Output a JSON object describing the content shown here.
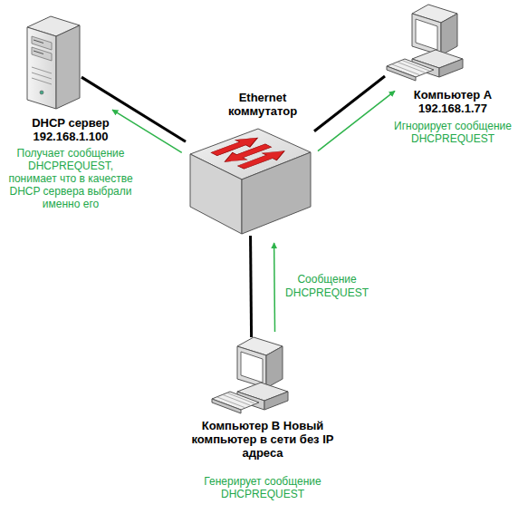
{
  "diagram": {
    "nodes": [
      {
        "text": [
          "DHCP сервер 192.168.1.100",
          "Получает сообщение DHCPREQUEST, понимает что в качестве DHCP сервера выбрали именно его"
        ]
      },
      {
        "text": [
          "Ethernet коммутатор"
        ]
      },
      {
        "text": [
          "Компьютер А 192.168.1.77",
          "Игнорирует сообщение DHCPREQUEST"
        ]
      },
      {
        "text": [
          "Компьютер В Новый компьютер в сети без IP адреса",
          "Генерирует сообщение DHCPREQUEST"
        ]
      }
    ],
    "edges": [
      {
        "from": 1,
        "to": 0,
        "arrow": "none"
      },
      {
        "from": 1,
        "to": 2,
        "arrow": "none"
      },
      {
        "from": 3,
        "to": 1,
        "arrow": "none"
      },
      {
        "from": 1,
        "to": 0,
        "arrow": "to"
      },
      {
        "from": 1,
        "to": 2,
        "arrow": "to"
      },
      {
        "from": 3,
        "to": 1,
        "label": "Сообщение DHCPREQUEST",
        "arrow": "to"
      }
    ]
  }
}
